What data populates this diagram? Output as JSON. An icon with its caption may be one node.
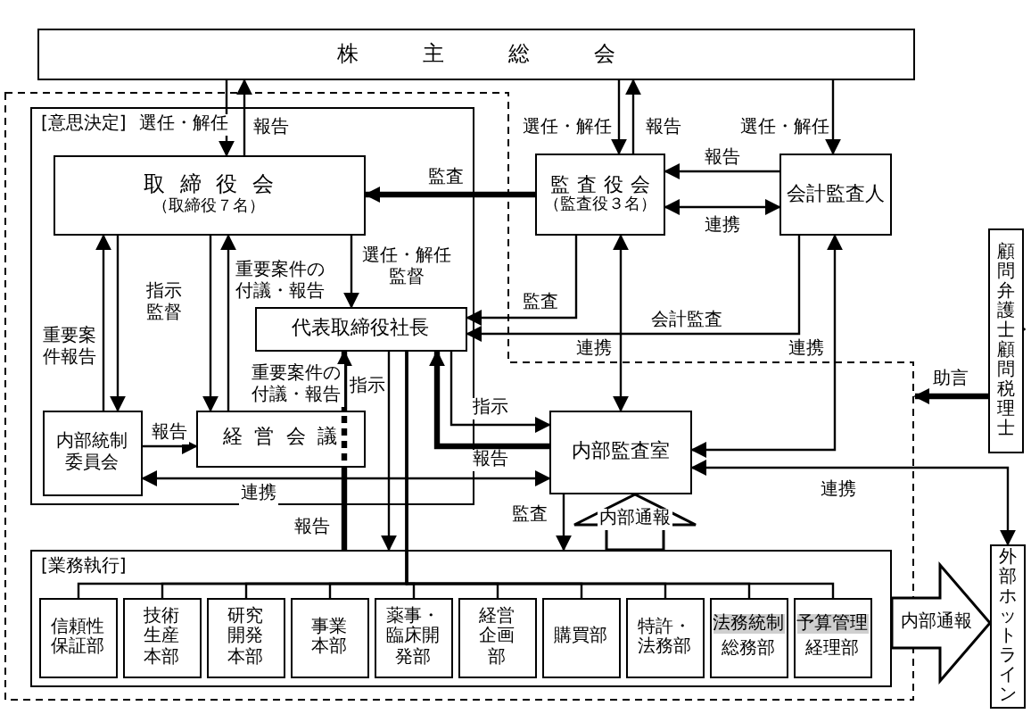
{
  "diagram": {
    "nodes": [
      {
        "text": [
          "株主総会"
        ]
      },
      {
        "text": [
          "[意思決定]"
        ]
      },
      {
        "text": [
          "取締役会",
          "（取締役７名）"
        ],
        "in": 1
      },
      {
        "text": [
          "監査役会",
          "（監査役３名）"
        ]
      },
      {
        "text": [
          "会計監査人"
        ]
      },
      {
        "text": [
          "代表取締役社長"
        ],
        "in": 1
      },
      {
        "text": [
          "顧問弁護士・顧問税理士"
        ]
      },
      {
        "text": [
          "内部統制委員会"
        ],
        "in": 1
      },
      {
        "text": [
          "経営会議"
        ],
        "in": 1
      },
      {
        "text": [
          "内部監査室"
        ]
      },
      {
        "text": [
          "[業務執行]"
        ]
      },
      {
        "text": [
          "信頼性保証部"
        ],
        "in": 10
      },
      {
        "text": [
          "技術生産本部"
        ],
        "in": 10
      },
      {
        "text": [
          "研究開発本部"
        ],
        "in": 10
      },
      {
        "text": [
          "事業本部"
        ],
        "in": 10
      },
      {
        "text": [
          "薬事・臨床開発部"
        ],
        "in": 10
      },
      {
        "text": [
          "経営企画部"
        ],
        "in": 10
      },
      {
        "text": [
          "購買部"
        ],
        "in": 10
      },
      {
        "text": [
          "特許・法務部"
        ],
        "in": 10
      },
      {
        "text": [
          "法務統制",
          "総務部"
        ],
        "in": 10
      },
      {
        "text": [
          "予算管理",
          "経理部"
        ],
        "in": 10
      },
      {
        "text": [
          "外部ホットライン"
        ]
      }
    ],
    "edges": [
      {
        "from": 0,
        "to": 2,
        "arrow": "to",
        "label": "選任・解任"
      },
      {
        "from": 2,
        "to": 0,
        "arrow": "to",
        "label": "報告"
      },
      {
        "from": 0,
        "to": 3,
        "arrow": "to",
        "label": "選任・解任"
      },
      {
        "from": 3,
        "to": 0,
        "arrow": "to",
        "label": "報告"
      },
      {
        "from": 0,
        "to": 4,
        "arrow": "to",
        "label": "選任・解任"
      },
      {
        "from": 4,
        "to": 3,
        "arrow": "to",
        "label": "報告"
      },
      {
        "from": 3,
        "to": 4,
        "arrow": "both",
        "label": "連携"
      },
      {
        "from": 3,
        "to": 2,
        "arrow": "to",
        "label": "監査",
        "style": "thick"
      },
      {
        "from": 2,
        "to": 5,
        "arrow": "to",
        "label": "選任・解任監督"
      },
      {
        "from": 3,
        "to": 5,
        "arrow": "to",
        "label": "監査"
      },
      {
        "from": 4,
        "to": 5,
        "arrow": "to",
        "label": "会計監査"
      },
      {
        "from": 9,
        "to": 3,
        "arrow": "both",
        "label": "連携"
      },
      {
        "from": 9,
        "to": 4,
        "arrow": "both",
        "label": "連携"
      },
      {
        "from": 6,
        "to": null,
        "arrow": "to",
        "label": "助言",
        "style": "thick"
      },
      {
        "from": 9,
        "to": 21,
        "arrow": "both",
        "label": "連携"
      },
      {
        "from": 7,
        "to": 2,
        "arrow": "to",
        "label": "重要案件報告"
      },
      {
        "from": 2,
        "to": 7,
        "arrow": "to"
      },
      {
        "from": 2,
        "to": 8,
        "arrow": "to",
        "label": "指示監督"
      },
      {
        "from": 8,
        "to": 2,
        "arrow": "to",
        "label": "重要案件の付議・報告"
      },
      {
        "from": 7,
        "to": 8,
        "arrow": "to",
        "label": "報告"
      },
      {
        "from": 9,
        "to": 7,
        "arrow": "both",
        "label": "連携"
      },
      {
        "from": 8,
        "to": 5,
        "arrow": "to",
        "label": "重要案件の付議・報告",
        "style": "thick"
      },
      {
        "from": 10,
        "to": 8,
        "arrow": "none",
        "label": "報告",
        "style": "thick"
      },
      {
        "from": 5,
        "to": 10,
        "arrow": "to",
        "label": "指示"
      },
      {
        "from": 5,
        "to": 11,
        "arrow": "none"
      },
      {
        "from": 5,
        "to": 12,
        "arrow": "none"
      },
      {
        "from": 5,
        "to": 13,
        "arrow": "none"
      },
      {
        "from": 5,
        "to": 14,
        "arrow": "none"
      },
      {
        "from": 5,
        "to": 15,
        "arrow": "none"
      },
      {
        "from": 5,
        "to": 16,
        "arrow": "none"
      },
      {
        "from": 5,
        "to": 17,
        "arrow": "none"
      },
      {
        "from": 5,
        "to": 18,
        "arrow": "none"
      },
      {
        "from": 5,
        "to": 19,
        "arrow": "none"
      },
      {
        "from": 5,
        "to": 20,
        "arrow": "none"
      },
      {
        "from": 5,
        "to": 9,
        "arrow": "to",
        "label": "指示"
      },
      {
        "from": 9,
        "to": 5,
        "arrow": "to",
        "label": "報告",
        "style": "thick"
      },
      {
        "from": 9,
        "to": 10,
        "arrow": "to",
        "label": "監査"
      },
      {
        "from": 10,
        "to": 9,
        "arrow": "to",
        "label": "内部通報",
        "style": "thick"
      },
      {
        "from": 10,
        "to": 21,
        "arrow": "to",
        "label": "内部通報",
        "style": "thick"
      }
    ]
  }
}
